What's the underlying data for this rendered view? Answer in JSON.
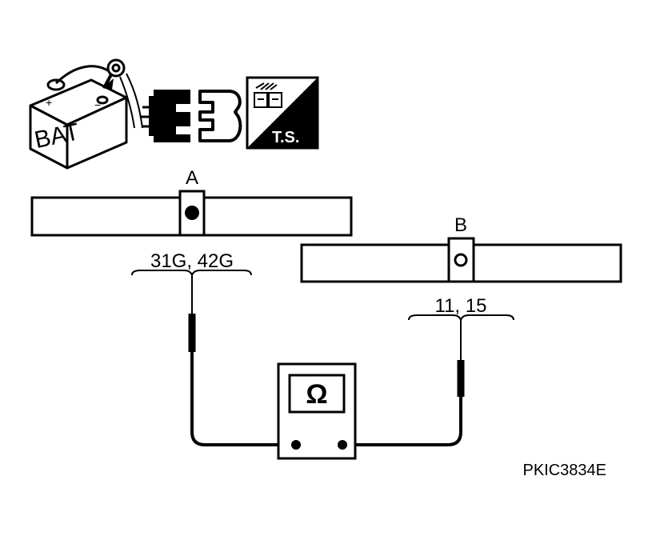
{
  "battery": {
    "label": "BAT",
    "plus": "+",
    "minus": "−"
  },
  "ts_badge": {
    "label": "T.S."
  },
  "connector_a": {
    "label": "A",
    "terminals": "31G, 42G",
    "pin_style": "filled"
  },
  "connector_b": {
    "label": "B",
    "terminals": "11, 15",
    "pin_style": "open"
  },
  "meter": {
    "symbol": "Ω"
  },
  "figure_id": "PKIC3834E",
  "icons": [
    "battery-disconnect-icon",
    "connector-disconnect-icon",
    "troubleshooting-icon",
    "ohmmeter-icon"
  ]
}
